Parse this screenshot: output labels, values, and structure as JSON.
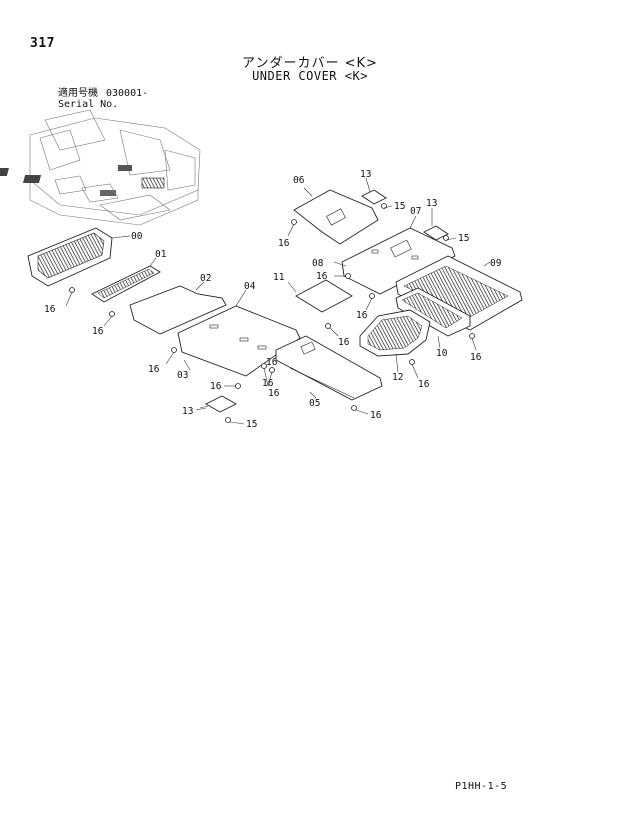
{
  "page_number": "317",
  "title_jp": "アンダーカバー <K>",
  "title_en": "UNDER COVER <K>",
  "serial": {
    "label_jp": "適用号機",
    "value": "030001-",
    "label_en": "Serial No."
  },
  "footer_code": "P1HH-1-5",
  "callouts": {
    "c00": "00",
    "c01": "01",
    "c02": "02",
    "c03": "03",
    "c04": "04",
    "c05": "05",
    "c06": "06",
    "c07": "07",
    "c08": "08",
    "c09": "09",
    "c10": "10",
    "c11": "11",
    "c12": "12",
    "c13a": "13",
    "c13b": "13",
    "c13c": "13",
    "c15a": "15",
    "c15b": "15",
    "c15c": "15",
    "c16a": "16",
    "c16b": "16",
    "c16c": "16",
    "c16d": "16",
    "c16e": "16",
    "c16f": "16",
    "c16g": "16",
    "c16h": "16",
    "c16i": "16",
    "c16j": "16",
    "c16k": "16",
    "c16l": "16",
    "c16m": "16",
    "c16n": "16"
  }
}
